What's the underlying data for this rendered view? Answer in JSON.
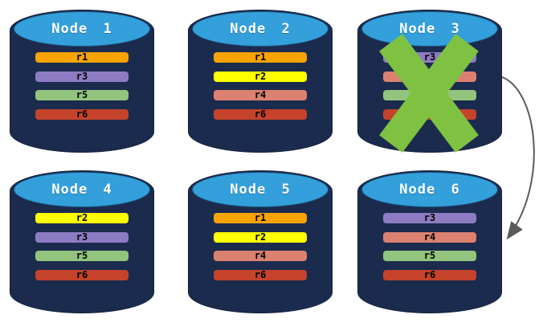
{
  "colors": {
    "cylinder_body": "#1B2B4E",
    "cylinder_top": "#33A0DB",
    "node_title_text": "#FFFFFF",
    "replica_label_text": "#000000",
    "failure_x": "#7FC241",
    "arrow": "#5A5A5A",
    "background": "#FFFFFF"
  },
  "nodes": [
    {
      "name": "Node 1",
      "failed": false,
      "replicas": [
        {
          "label": "r1",
          "color": "#F9A400"
        },
        {
          "label": "r3",
          "color": "#8E7CC3"
        },
        {
          "label": "r5",
          "color": "#93C47D"
        },
        {
          "label": "r6",
          "color": "#C5432A"
        }
      ]
    },
    {
      "name": "Node 2",
      "failed": false,
      "replicas": [
        {
          "label": "r1",
          "color": "#F9A400"
        },
        {
          "label": "r2",
          "color": "#FFFF00"
        },
        {
          "label": "r4",
          "color": "#DC8170"
        },
        {
          "label": "r6",
          "color": "#C5432A"
        }
      ]
    },
    {
      "name": "Node 3",
      "failed": true,
      "replicas": [
        {
          "label": "r3",
          "color": "#8E7CC3"
        },
        {
          "label": "",
          "color": "#DC8170"
        },
        {
          "label": "",
          "color": "#93C47D"
        },
        {
          "label": "",
          "color": "#C5432A"
        }
      ]
    },
    {
      "name": "Node 4",
      "failed": false,
      "replicas": [
        {
          "label": "r2",
          "color": "#FFFF00"
        },
        {
          "label": "r3",
          "color": "#8E7CC3"
        },
        {
          "label": "r5",
          "color": "#93C47D"
        },
        {
          "label": "r6",
          "color": "#C5432A"
        }
      ]
    },
    {
      "name": "Node 5",
      "failed": false,
      "replicas": [
        {
          "label": "r1",
          "color": "#F9A400"
        },
        {
          "label": "r2",
          "color": "#FFFF00"
        },
        {
          "label": "r4",
          "color": "#DC8170"
        },
        {
          "label": "r6",
          "color": "#C5432A"
        }
      ]
    },
    {
      "name": "Node 6",
      "failed": false,
      "replicas": [
        {
          "label": "r3",
          "color": "#8E7CC3"
        },
        {
          "label": "r4",
          "color": "#DC8170"
        },
        {
          "label": "r5",
          "color": "#93C47D"
        },
        {
          "label": "r6",
          "color": "#C5432A"
        }
      ]
    }
  ],
  "arrow": {
    "from": "Node 3",
    "to": "Node 6"
  }
}
